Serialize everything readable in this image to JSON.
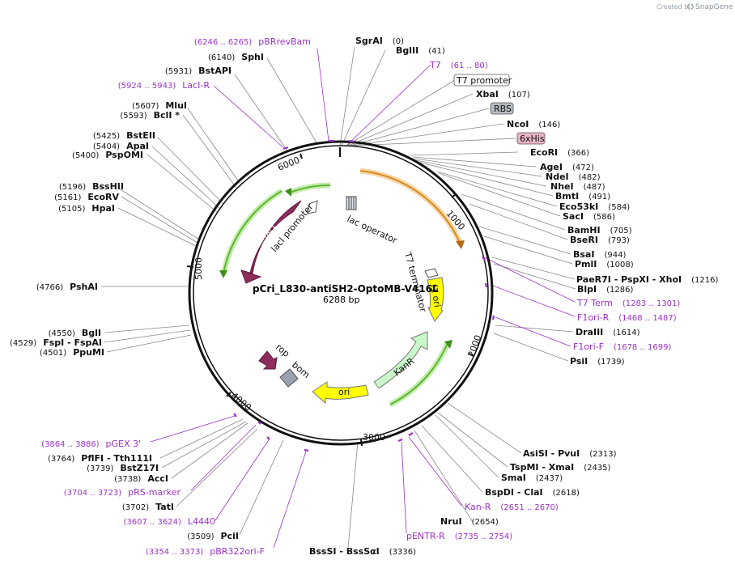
{
  "credit": {
    "prefix": "Created by",
    "brand": "SnapGene"
  },
  "plasmid": {
    "name": "pCri_L830-antiSH2-OptoMB-V416L",
    "size_label": "6288 bp",
    "length": 6288
  },
  "ticks": [
    "1000",
    "2000",
    "3000",
    "4000",
    "5000",
    "6000"
  ],
  "right_sites": [
    {
      "text": "SgrAI",
      "pos": "(0)",
      "kind": "enz"
    },
    {
      "text": "BglII",
      "pos": "(41)",
      "kind": "enz"
    },
    {
      "text": "T7",
      "pos": "(61 .. 80)",
      "kind": "primer"
    },
    {
      "text": "T7 promoter",
      "pos": "",
      "kind": "box-white"
    },
    {
      "text": "XbaI",
      "pos": "(107)",
      "kind": "enz"
    },
    {
      "text": "RBS",
      "pos": "",
      "kind": "box-grey"
    },
    {
      "text": "NcoI",
      "pos": "(146)",
      "kind": "enz"
    },
    {
      "text": "6xHis",
      "pos": "",
      "kind": "box-pink"
    },
    {
      "text": "EcoRI",
      "pos": "(366)",
      "kind": "enz"
    },
    {
      "text": "AgeI",
      "pos": "(472)",
      "kind": "enz"
    },
    {
      "text": "NdeI",
      "pos": "(482)",
      "kind": "enz"
    },
    {
      "text": "NheI",
      "pos": "(487)",
      "kind": "enz"
    },
    {
      "text": "BmtI",
      "pos": "(491)",
      "kind": "enz"
    },
    {
      "text": "Eco53kI",
      "pos": "(584)",
      "kind": "enz"
    },
    {
      "text": "SacI",
      "pos": "(586)",
      "kind": "enz"
    },
    {
      "text": "BamHI",
      "pos": "(705)",
      "kind": "enz"
    },
    {
      "text": "BseRI",
      "pos": "(793)",
      "kind": "enz"
    },
    {
      "text": "BsaI",
      "pos": "(944)",
      "kind": "enz"
    },
    {
      "text": "PmlI",
      "pos": "(1008)",
      "kind": "enz"
    },
    {
      "text": "PaeR7I - PspXI - XhoI",
      "pos": "(1216)",
      "kind": "enz"
    },
    {
      "text": "BlpI",
      "pos": "(1286)",
      "kind": "enz"
    },
    {
      "text": "T7 Term",
      "pos": "(1283 .. 1301)",
      "kind": "primer"
    },
    {
      "text": "F1ori-R",
      "pos": "(1468 .. 1487)",
      "kind": "primer"
    },
    {
      "text": "DraIII",
      "pos": "(1614)",
      "kind": "enz"
    },
    {
      "text": "F1ori-F",
      "pos": "(1678 .. 1699)",
      "kind": "primer"
    },
    {
      "text": "PsiI",
      "pos": "(1739)",
      "kind": "enz"
    }
  ],
  "bottom_right_sites": [
    {
      "text": "AsiSI - PvuI",
      "pos": "(2313)",
      "kind": "enz"
    },
    {
      "text": "TspMI - XmaI",
      "pos": "(2435)",
      "kind": "enz"
    },
    {
      "text": "SmaI",
      "pos": "(2437)",
      "kind": "enz"
    },
    {
      "text": "BspDI - ClaI",
      "pos": "(2618)",
      "kind": "enz"
    },
    {
      "text": "Kan-R",
      "pos": "(2651 .. 2670)",
      "kind": "primer"
    },
    {
      "text": "NruI",
      "pos": "(2654)",
      "kind": "enz"
    },
    {
      "text": "pENTR-R",
      "pos": "(2735 .. 2754)",
      "kind": "primer"
    },
    {
      "text": "BssSI - BssSαI",
      "pos": "(3336)",
      "kind": "enz"
    }
  ],
  "left_sites": [
    {
      "text": "pBRrevBam",
      "pos": "(6246 .. 6265)",
      "kind": "primer"
    },
    {
      "text": "SphI",
      "pos": "(6140)",
      "kind": "enz"
    },
    {
      "text": "BstAPI",
      "pos": "(5931)",
      "kind": "enz"
    },
    {
      "text": "LacI-R",
      "pos": "(5924 .. 5943)",
      "kind": "primer"
    },
    {
      "text": "MluI",
      "pos": "(5607)",
      "kind": "enz"
    },
    {
      "text": "BclI *",
      "pos": "(5593)",
      "kind": "enz"
    },
    {
      "text": "BstEII",
      "pos": "(5425)",
      "kind": "enz"
    },
    {
      "text": "ApaI",
      "pos": "(5404)",
      "kind": "enz"
    },
    {
      "text": "PspOMI",
      "pos": "(5400)",
      "kind": "enz"
    },
    {
      "text": "BssHII",
      "pos": "(5196)",
      "kind": "enz"
    },
    {
      "text": "EcoRV",
      "pos": "(5161)",
      "kind": "enz"
    },
    {
      "text": "HpaI",
      "pos": "(5105)",
      "kind": "enz"
    },
    {
      "text": "PshAI",
      "pos": "(4766)",
      "kind": "enz"
    },
    {
      "text": "BglI",
      "pos": "(4550)",
      "kind": "enz"
    },
    {
      "text": "FspI - FspAI",
      "pos": "(4529)",
      "kind": "enz"
    },
    {
      "text": "PpuMI",
      "pos": "(4501)",
      "kind": "enz"
    },
    {
      "text": "pGEX 3'",
      "pos": "(3864 .. 3886)",
      "kind": "primer"
    },
    {
      "text": "PflFI - Tth111I",
      "pos": "(3764)",
      "kind": "enz"
    },
    {
      "text": "BstZ17I",
      "pos": "(3739)",
      "kind": "enz"
    },
    {
      "text": "AccI",
      "pos": "(3738)",
      "kind": "enz"
    },
    {
      "text": "pRS-marker",
      "pos": "(3704 .. 3723)",
      "kind": "primer"
    },
    {
      "text": "TatI",
      "pos": "(3702)",
      "kind": "enz"
    },
    {
      "text": "L4440",
      "pos": "(3607 .. 3624)",
      "kind": "primer"
    },
    {
      "text": "PciI",
      "pos": "(3509)",
      "kind": "enz"
    },
    {
      "text": "pBR322ori-F",
      "pos": "(3354 .. 3373)",
      "kind": "primer"
    }
  ],
  "features": {
    "lacI": "lacI",
    "lacI_promoter": "lacI promoter",
    "lac_operator": "lac operator",
    "t7_terminator": "T7 terminator",
    "f1_ori": "f1 ori",
    "kanR": "KanR",
    "ori": "ori",
    "rop": "rop",
    "bom": "bom"
  },
  "colors": {
    "enzyme": "#111111",
    "primer": "#9b30c8",
    "lacI": "#8e2c5e",
    "f1ori": "#ffff00",
    "kanR": "#c9f7c9",
    "ori": "#ffff00",
    "rop": "#8e2c5e",
    "bom": "#9aa3ad",
    "orf_green": "#5ab82e",
    "orf_orange": "#d98a1a"
  }
}
